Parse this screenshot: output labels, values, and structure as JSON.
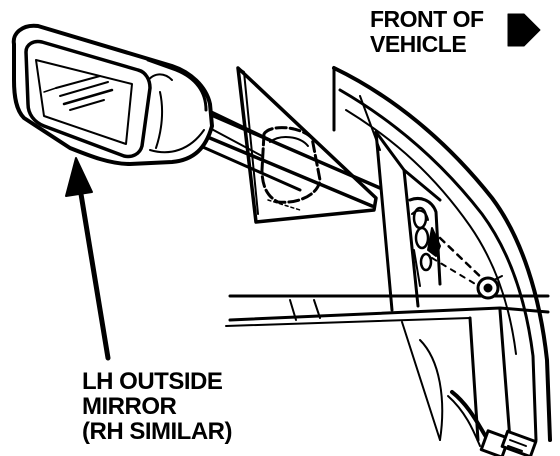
{
  "direction_label": {
    "line1": "FRONT OF",
    "line2": "VEHICLE"
  },
  "part_label": {
    "line1": "LH OUTSIDE",
    "line2": "MIRROR",
    "line3": "(RH SIMILAR)"
  },
  "icons": {
    "direction_arrow": "arrow-right-icon",
    "callout_arrow": "arrow-up-icon"
  },
  "colors": {
    "ink": "#000000",
    "paper": "#ffffff"
  }
}
